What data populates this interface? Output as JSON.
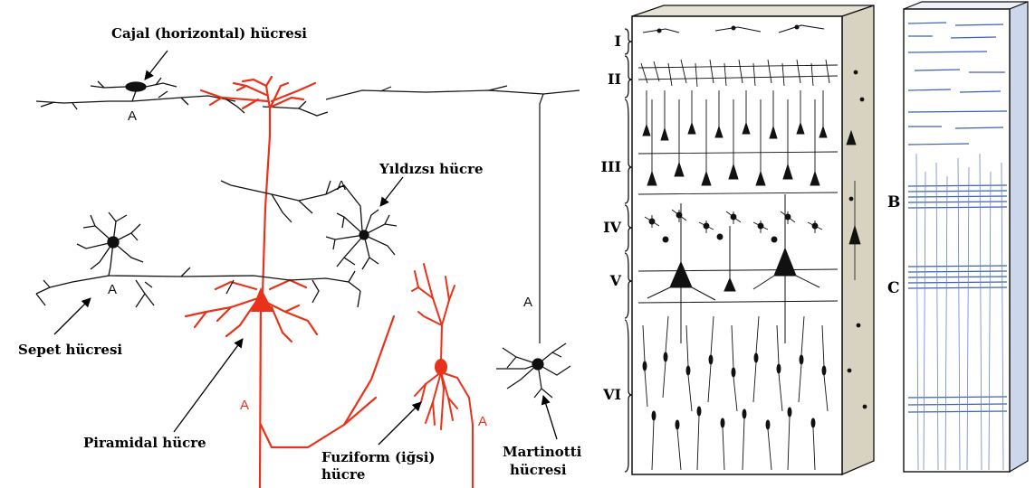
{
  "cells": {
    "cajal": "Cajal (horizontal) hücresi",
    "yildizsi": "Yıldızsı hücre",
    "sepet": "Sepet hücresi",
    "piramidal": "Piramidal hücre",
    "fuziform_line1": "Fuziform (iğsi)",
    "fuziform_line2": "hücre",
    "martinotti_line1": "Martinotti",
    "martinotti_line2": "hücresi"
  },
  "axon_marker": "A",
  "cortex_layers": [
    "I",
    "II",
    "III",
    "IV",
    "V",
    "VI"
  ],
  "fiber_bands": [
    "B",
    "C"
  ],
  "colors": {
    "pyramidal": "#e8331a",
    "neuron_black": "#111111",
    "fiber_blue": "#3b62b0",
    "block_side": "#d8d3c0"
  }
}
